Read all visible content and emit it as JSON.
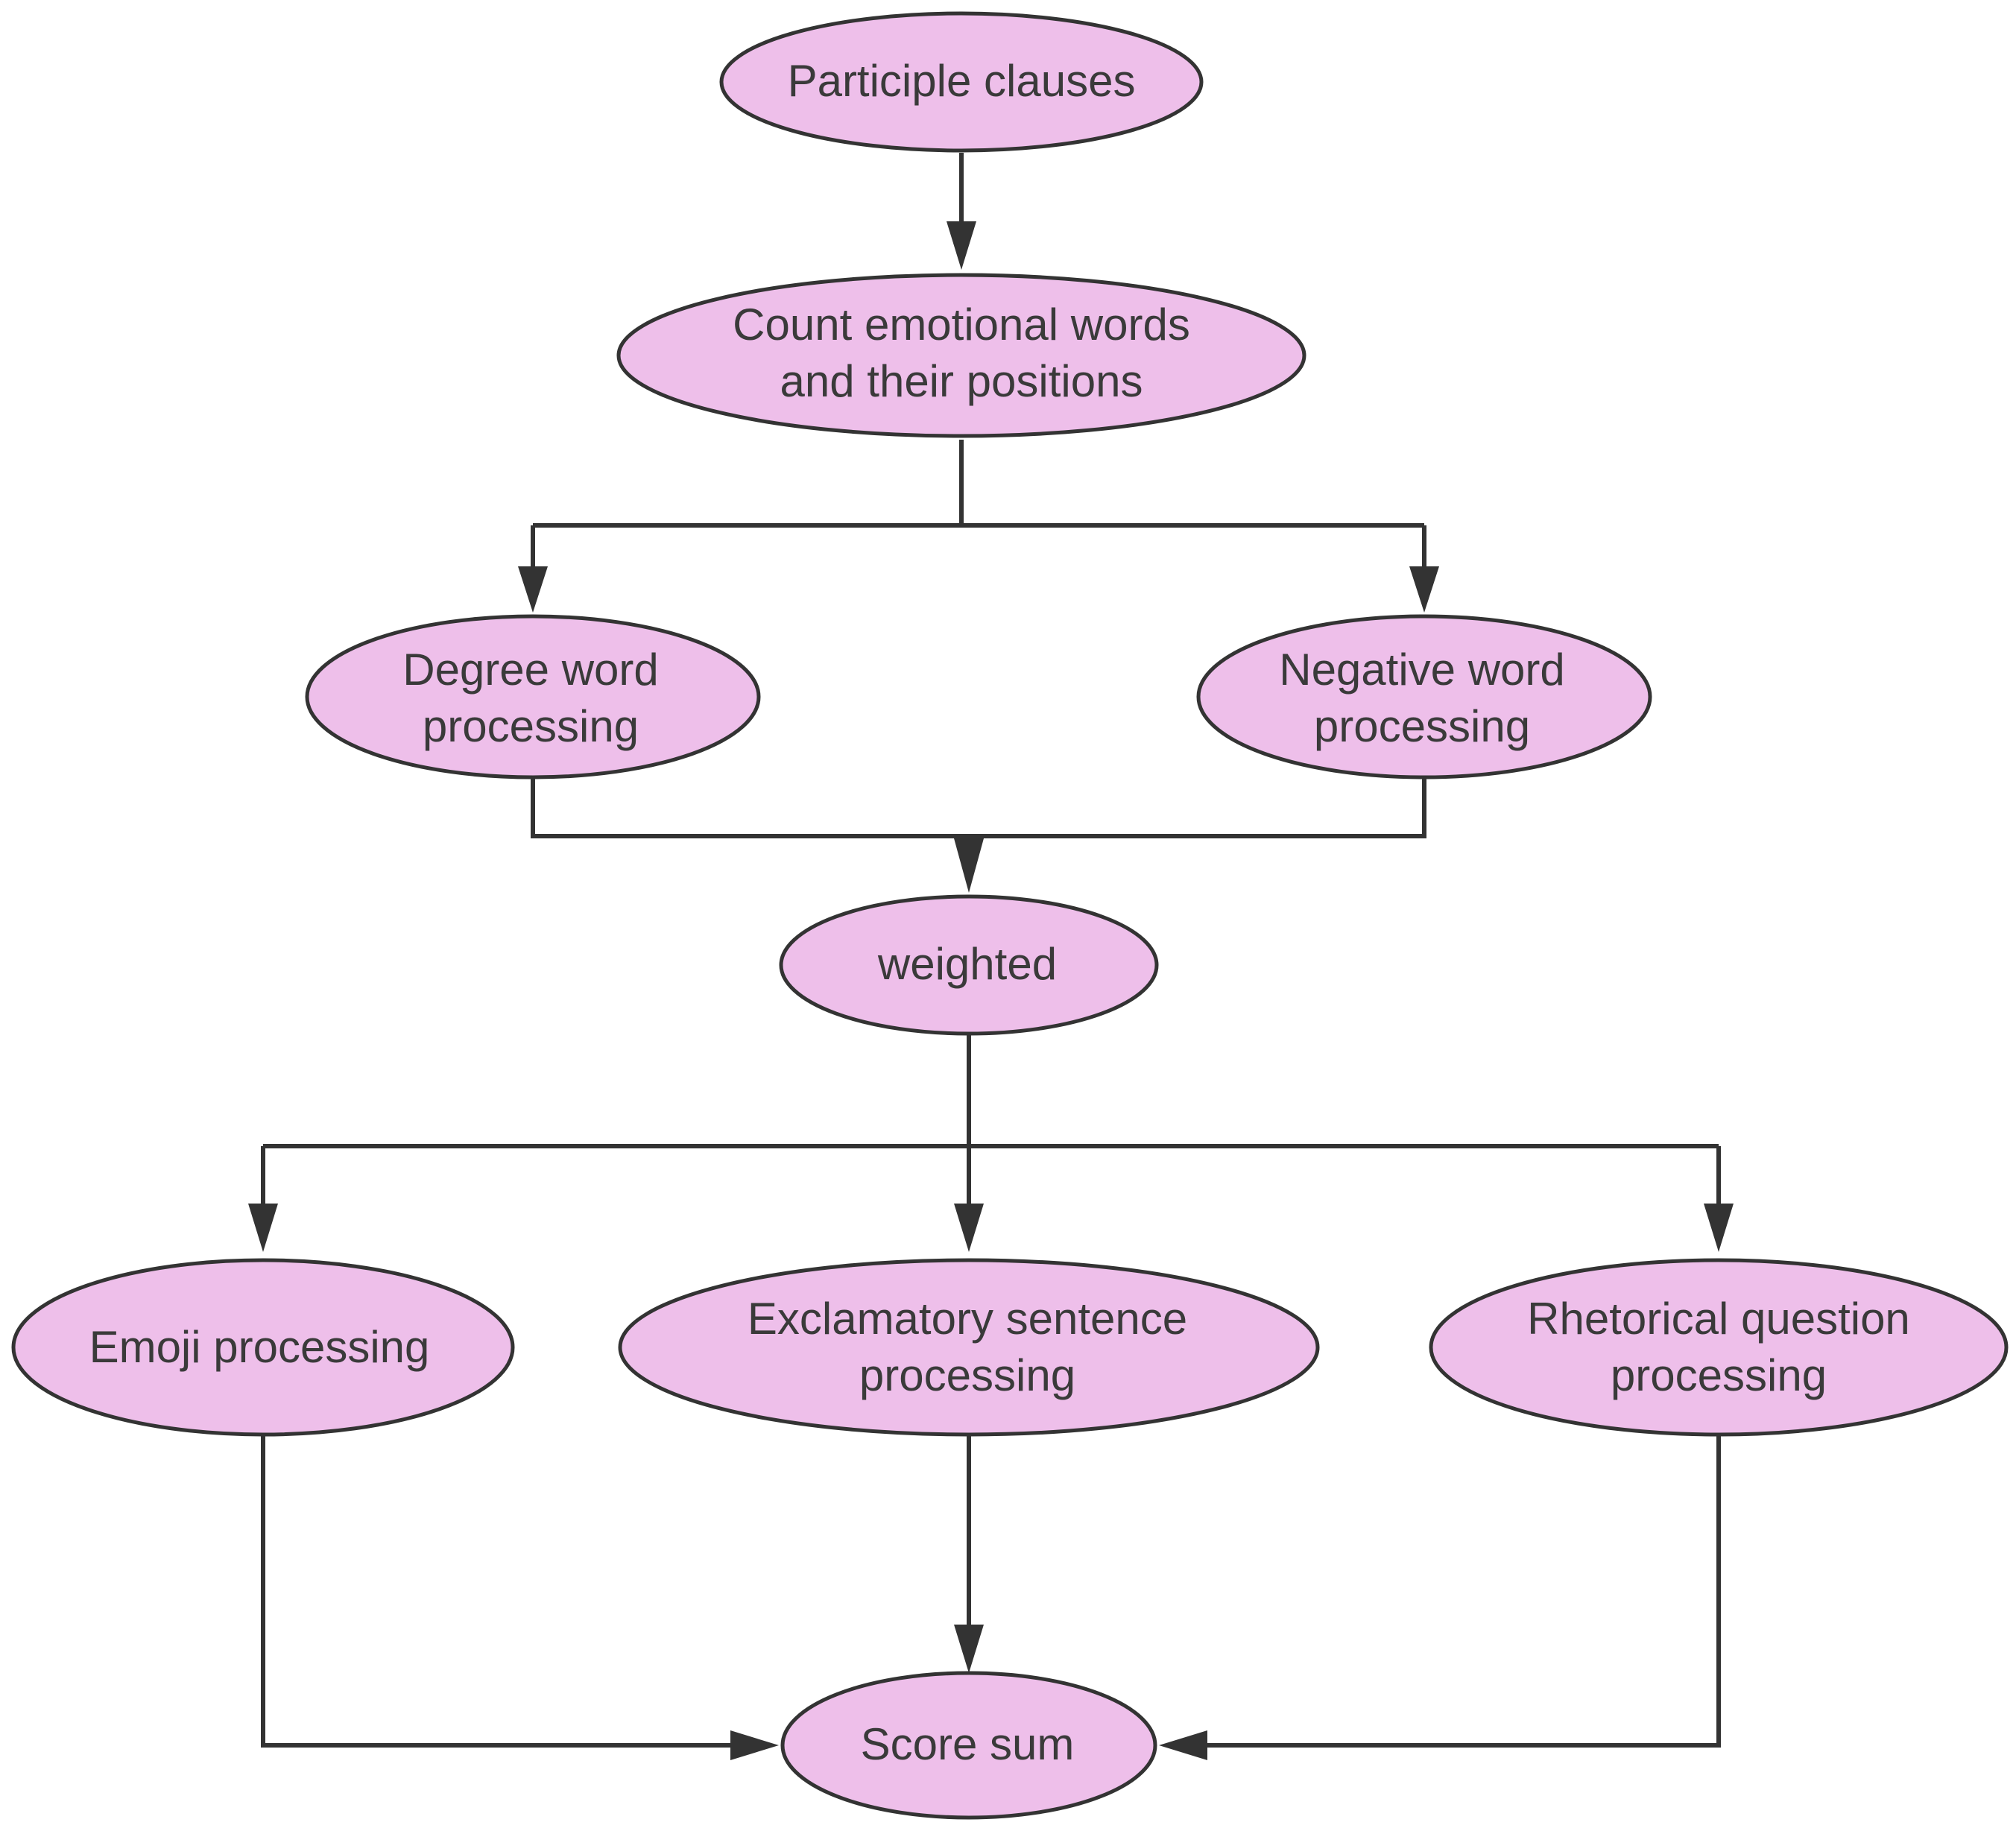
{
  "diagram": {
    "nodes": {
      "participle": {
        "lines": [
          "Participle clauses"
        ]
      },
      "count": {
        "lines": [
          "Count emotional words",
          "and their positions"
        ]
      },
      "degree": {
        "lines": [
          "Degree word",
          "processing"
        ]
      },
      "negative": {
        "lines": [
          "Negative word",
          "processing"
        ]
      },
      "weighted": {
        "lines": [
          "weighted"
        ]
      },
      "emoji": {
        "lines": [
          "Emoji processing"
        ]
      },
      "exclamatory": {
        "lines": [
          "Exclamatory sentence",
          "processing"
        ]
      },
      "rhetorical": {
        "lines": [
          "Rhetorical question",
          "processing"
        ]
      },
      "score": {
        "lines": [
          "Score sum"
        ]
      }
    },
    "edges": [
      {
        "from": "participle",
        "to": "count"
      },
      {
        "from": "count",
        "to": "degree"
      },
      {
        "from": "count",
        "to": "negative"
      },
      {
        "from": "degree",
        "to": "weighted"
      },
      {
        "from": "negative",
        "to": "weighted"
      },
      {
        "from": "weighted",
        "to": "emoji"
      },
      {
        "from": "weighted",
        "to": "exclamatory"
      },
      {
        "from": "weighted",
        "to": "rhetorical"
      },
      {
        "from": "emoji",
        "to": "score"
      },
      {
        "from": "exclamatory",
        "to": "score"
      },
      {
        "from": "rhetorical",
        "to": "score"
      }
    ],
    "colors": {
      "node_fill": "#EEBFEA",
      "stroke": "#333333",
      "text": "#3a3a3a"
    }
  }
}
